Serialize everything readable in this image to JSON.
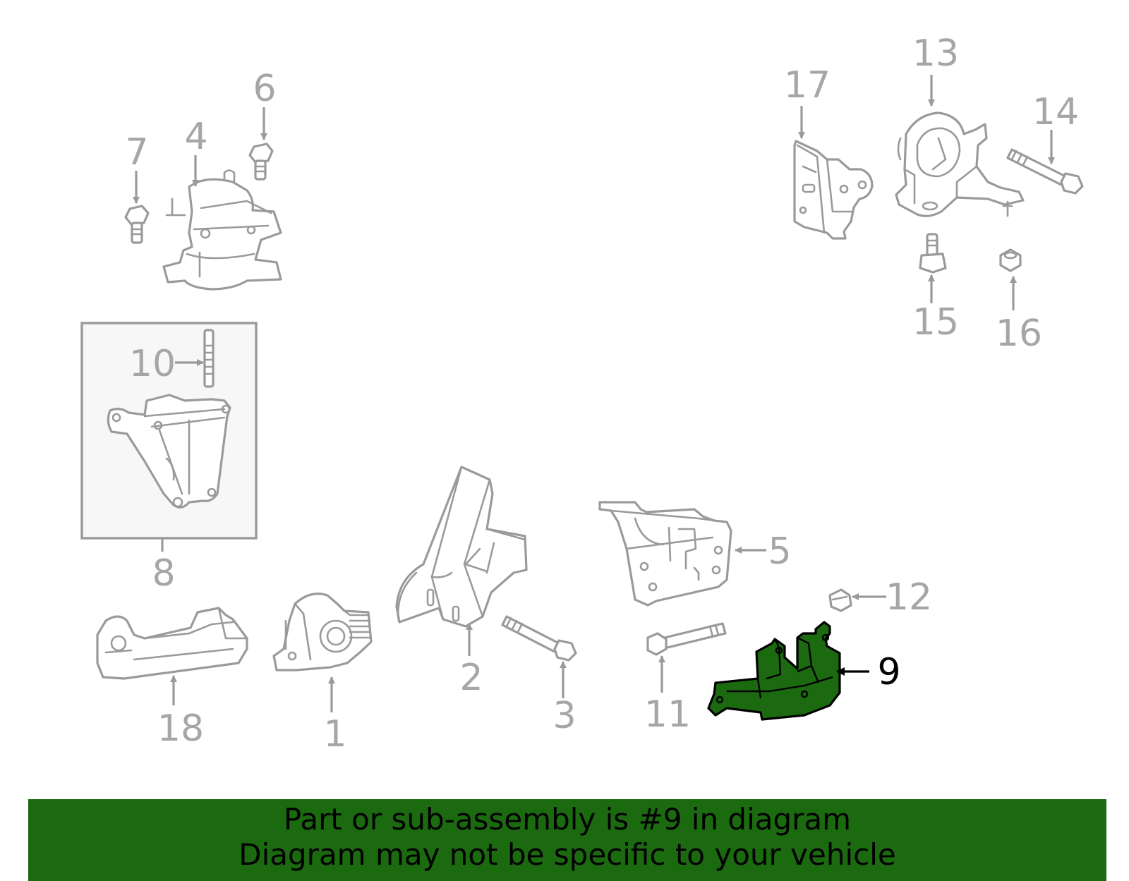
{
  "diagram": {
    "highlight_color": "#1b6a10",
    "labels": [
      "1",
      "2",
      "3",
      "4",
      "5",
      "6",
      "7",
      "8",
      "9",
      "10",
      "11",
      "12",
      "13",
      "14",
      "15",
      "16",
      "17",
      "18"
    ],
    "highlighted_label": "9"
  },
  "banner": {
    "line1": "Part or sub-assembly is #9 in diagram",
    "line2": "Diagram may not be specific to your vehicle",
    "background": "#1b6a10"
  }
}
